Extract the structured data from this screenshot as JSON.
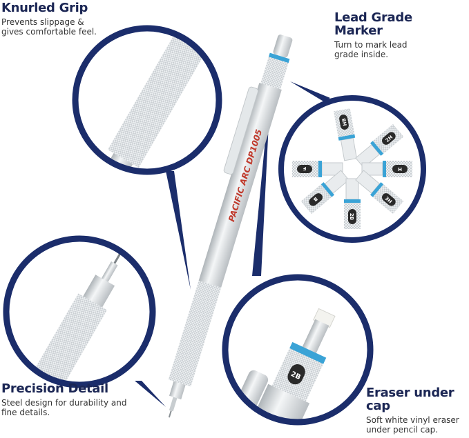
{
  "callouts": {
    "knurled_grip": {
      "title": "Knurled Grip",
      "desc": "Prevents slippage & gives comfortable feel."
    },
    "lead_grade": {
      "title": "Lead Grade Marker",
      "desc": "Turn to mark lead grade inside."
    },
    "precision": {
      "title": "Precision Detail",
      "desc": "Steel design for durability and fine details."
    },
    "eraser": {
      "title": "Eraser under cap",
      "desc": "Soft white vinyl eraser under pencil cap."
    }
  },
  "pencil": {
    "brand": "PACIFIC ARC",
    "model": "DP1005",
    "grade_marker": "2B"
  },
  "lead_grades": [
    "HB",
    "2H",
    "F",
    "H",
    "B",
    "2B",
    "3H"
  ],
  "colors": {
    "circle_border": "#1b2d6b",
    "title_text": "#1b2654",
    "accent_ring": "#3aa3d6",
    "brand_text": "#c0392b",
    "metal": "#d8dde0"
  }
}
